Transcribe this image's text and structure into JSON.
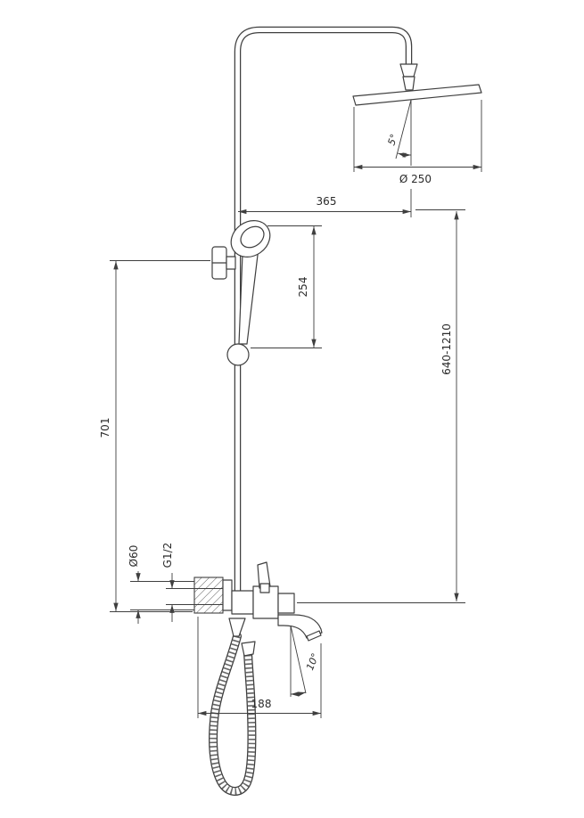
{
  "colors": {
    "line": "#3f3f3f",
    "text": "#2b2b2b",
    "bg": "#ffffff"
  },
  "dimensions": {
    "head_diameter": "Ø 250",
    "head_spray_angle": "5°",
    "head_offset": "365",
    "hand_shower_span": "254",
    "riser_height": "701",
    "column_height_range": "640-1210",
    "flange_diameter": "Ø60",
    "thread_size": "G1/2",
    "spout_angle": "10°",
    "spout_reach": "188"
  }
}
